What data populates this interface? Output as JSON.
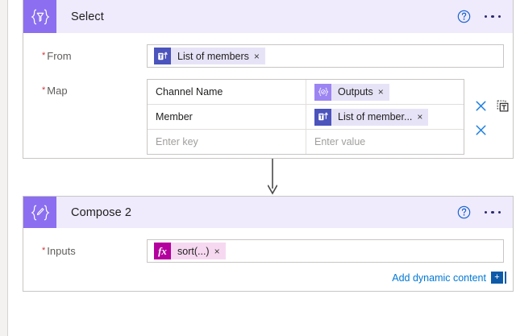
{
  "theme": {
    "accent_purple": "#8b6ff0",
    "header_bg": "#efeafc",
    "teams_blue": "#4b53bc",
    "expression_magenta": "#b4009e",
    "link_blue": "#0078d4",
    "required_red": "#d13438"
  },
  "cards": [
    {
      "title": "Select",
      "icon": "select-braces-funnel-icon",
      "help_icon": "help-circle-icon",
      "more_icon": "more-options-ellipsis-icon",
      "fields": {
        "from": {
          "label": "From",
          "required_marker": "*",
          "token": {
            "icon": "teams-icon",
            "label": "List of members",
            "remove": "×"
          }
        },
        "map": {
          "label": "Map",
          "required_marker": "*",
          "rows": [
            {
              "key": "Channel Name",
              "key_is_placeholder": false,
              "value_token": {
                "icon": "compose-icon",
                "label": "Outputs",
                "remove": "×"
              },
              "value_is_placeholder": false,
              "delete_icon": "delete-row-x-icon",
              "clipboard_icon": "copy-clipboard-icon"
            },
            {
              "key": "Member",
              "key_is_placeholder": false,
              "value_token": {
                "icon": "teams-icon",
                "label": "List of member...",
                "remove": "×"
              },
              "value_is_placeholder": false,
              "delete_icon": "delete-row-x-icon",
              "clipboard_icon": null
            },
            {
              "key": "Enter key",
              "key_is_placeholder": true,
              "value_token": {
                "icon": null,
                "label": "Enter value",
                "remove": null
              },
              "value_is_placeholder": true,
              "delete_icon": null,
              "clipboard_icon": null
            }
          ]
        }
      }
    },
    {
      "title": "Compose 2",
      "icon": "compose-braces-pencil-icon",
      "help_icon": "help-circle-icon",
      "more_icon": "more-options-ellipsis-icon",
      "fields": {
        "inputs": {
          "label": "Inputs",
          "required_marker": "*",
          "token": {
            "icon": "fx-expression-icon",
            "icon_label": "fx",
            "label": "sort(...)",
            "remove": "×"
          }
        }
      },
      "dynamic_content": {
        "link_label": "Add dynamic content",
        "badge_label": "+",
        "badge_icon": "add-dynamic-content-icon"
      }
    }
  ],
  "connector": {
    "icon": "down-arrow-connector-icon"
  }
}
